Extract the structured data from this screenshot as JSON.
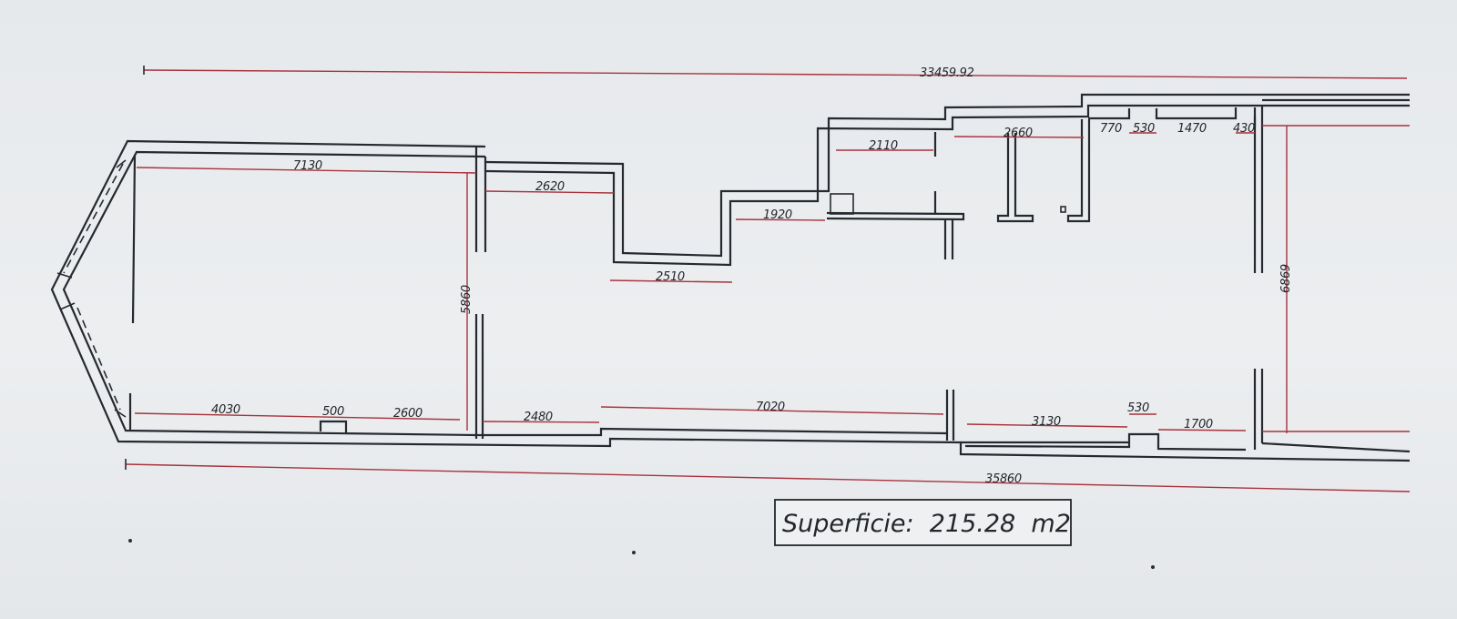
{
  "plan": {
    "dimensions": {
      "overall_top": "33459.92",
      "overall_bottom": "35860",
      "room1_width": "7130",
      "room1_height": "5860",
      "bay_2620": "2620",
      "bay_1920": "1920",
      "bay_2510": "2510",
      "wc_2110": "2110",
      "wc_2660": "2660",
      "top_770": "770",
      "top_530": "530",
      "top_1470": "1470",
      "top_430": "430",
      "right_6869": "6869",
      "bottom_4030": "4030",
      "bottom_500": "500",
      "bottom_2600": "2600",
      "bottom_2480": "2480",
      "bottom_7020": "7020",
      "bottom_3130": "3130",
      "bottom_530": "530",
      "bottom_1700": "1700"
    },
    "area_label": "Superficie:  215.28  m2"
  }
}
